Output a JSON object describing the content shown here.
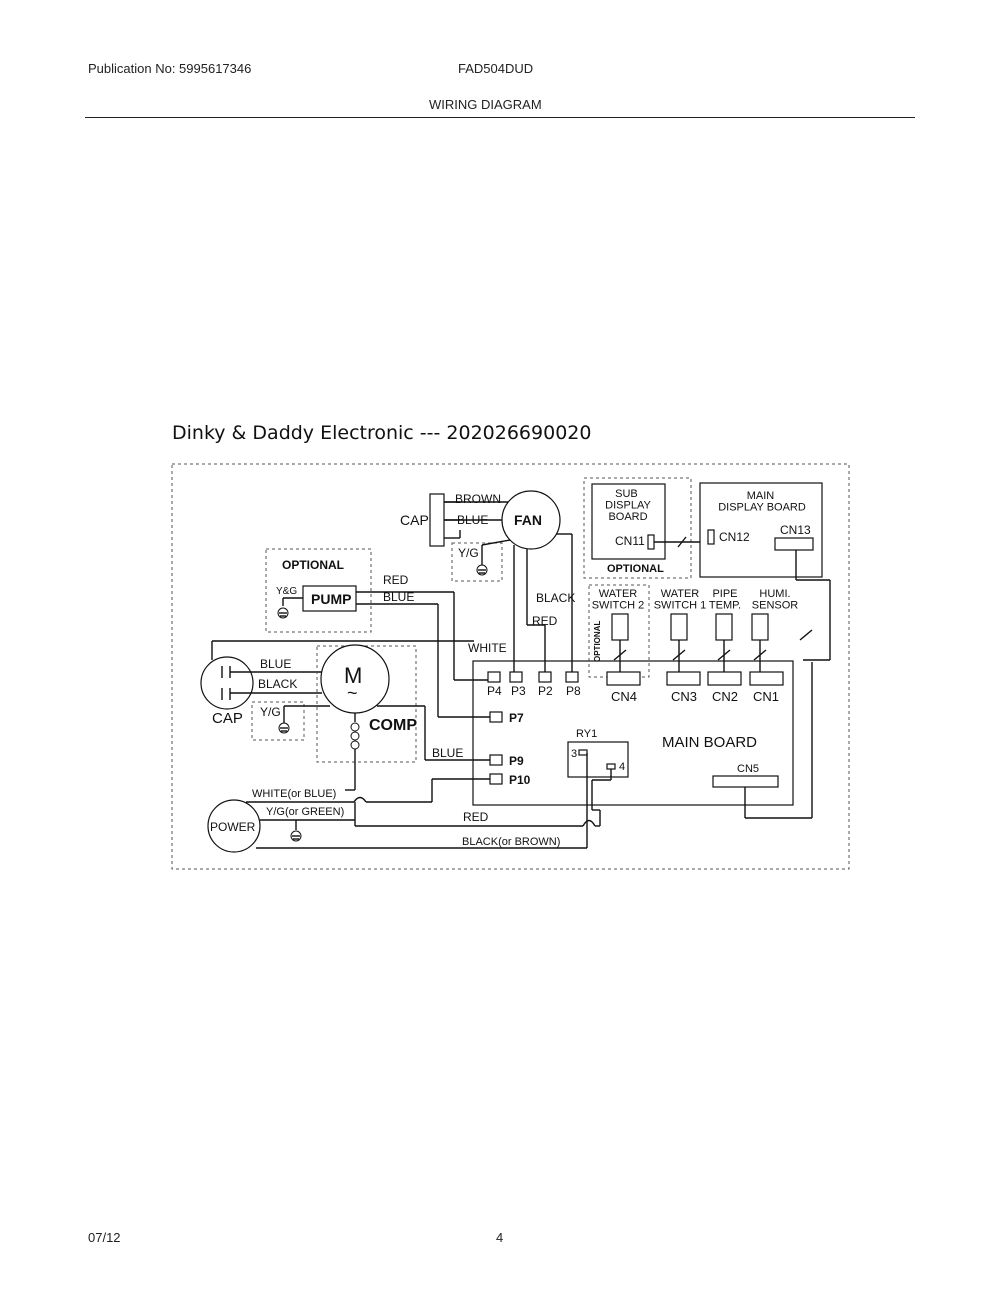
{
  "header": {
    "publication": "Publication No: 5995617346",
    "model": "FAD504DUD",
    "section_title": "WIRING DIAGRAM"
  },
  "diagram_title": "Dinky & Daddy Electronic --- 202026690020",
  "diagram": {
    "cap_top": "CAP",
    "fan": "FAN",
    "wire_brown": "BROWN",
    "wire_blue_fan": "BLUE",
    "yg_fan": "Y/G",
    "optional_pump": "OPTIONAL",
    "yg_pump": "Y&G",
    "pump": "PUMP",
    "wire_red_pump": "RED",
    "wire_blue_pump": "BLUE",
    "wire_black_fan": "BLACK",
    "wire_red_fan": "RED",
    "wire_white": "WHITE",
    "sub_display": "SUB\nDISPLAY\nBOARD",
    "cn11": "CN11",
    "optional_sub": "OPTIONAL",
    "main_display": "MAIN\nDISPLAY BOARD",
    "cn12": "CN12",
    "cn13": "CN13",
    "water_switch_2": "WATER\nSWITCH 2",
    "water_switch_1": "WATER\nSWITCH 1",
    "pipe_temp": "PIPE\nTEMP.",
    "humi_sensor": "HUMI.\nSENSOR",
    "optional_vertical": "OPTIONAL",
    "cn4": "CN4",
    "cn3": "CN3",
    "cn2": "CN2",
    "cn1": "CN1",
    "p4": "P4",
    "p3": "P3",
    "p2": "P2",
    "p8": "P8",
    "p7": "P7",
    "p9": "P9",
    "p10": "P10",
    "ry1": "RY1",
    "ry1_pin3": "3",
    "ry1_pin4": "4",
    "main_board": "MAIN BOARD",
    "cn5": "CN5",
    "wire_blue_comp": "BLUE",
    "wire_black_comp": "BLACK",
    "cap_comp": "CAP",
    "yg_comp": "Y/G",
    "motor_m": "M",
    "motor_tilde": "~",
    "comp": "COMP",
    "wire_blue_p9": "BLUE",
    "power": "POWER",
    "wire_white_or_blue": "WHITE(or BLUE)",
    "wire_yg_or_green": "Y/G(or GREEN)",
    "wire_red_bottom": "RED",
    "wire_black_or_brown": "BLACK(or BROWN)"
  },
  "footer": {
    "date": "07/12",
    "page": "4"
  }
}
